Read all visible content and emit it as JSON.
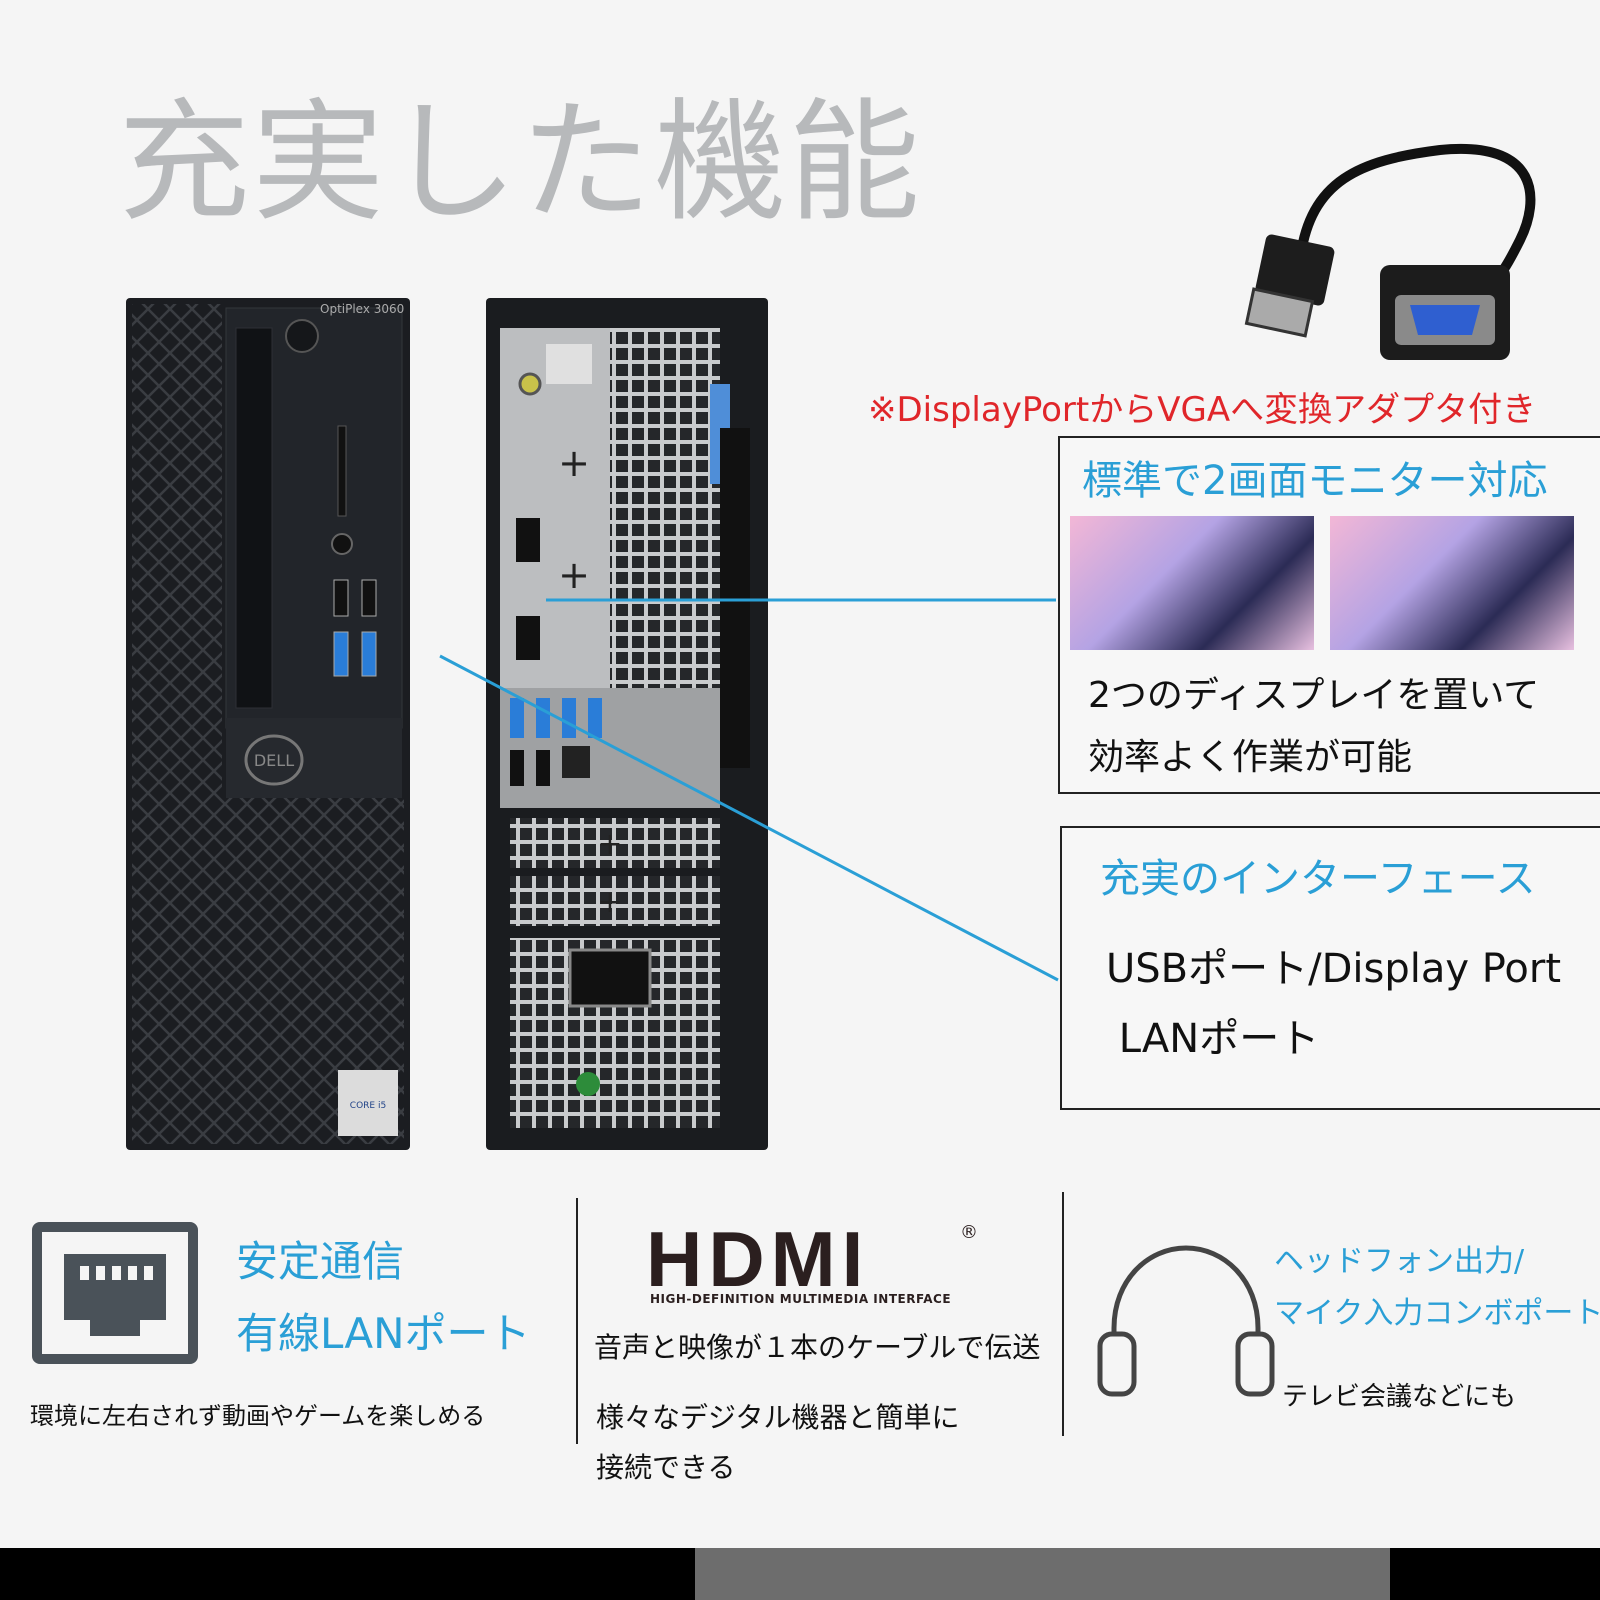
{
  "header": {
    "title": "充実した機能"
  },
  "adapter": {
    "note": "※DisplayPortからVGAへ変換アダプタ付き"
  },
  "product": {
    "model_label": "OptiPlex 3060",
    "brand": "DELL",
    "intel_badge": "CORE i5"
  },
  "box_dual": {
    "title": "標準で2画面モニター対応",
    "line1": "2つのディスプレイを置いて",
    "line2": "効率よく作業が可能"
  },
  "box_interface": {
    "title": "充実のインターフェース",
    "line1": "USBポート/Display Port",
    "line2": " LANポート"
  },
  "feature_lan": {
    "head1": "安定通信",
    "head2": "有線LANポート",
    "desc": "環境に左右されず動画やゲームを楽しめる"
  },
  "feature_hdmi": {
    "logo": "HDMI",
    "logo_sub": "HIGH-DEFINITION MULTIMEDIA INTERFACE",
    "line1": "音声と映像が１本のケーブルで伝送",
    "line2": "様々なデジタル機器と簡単に",
    "line3": "接続できる"
  },
  "feature_audio": {
    "head1": "ヘッドフォン出力/",
    "head2": "マイク入力コンボポート",
    "desc": "テレビ会議などにも"
  },
  "colors": {
    "accent": "#2a9fd6",
    "red": "#e0262a",
    "title_gray": "#b7b9bb"
  }
}
